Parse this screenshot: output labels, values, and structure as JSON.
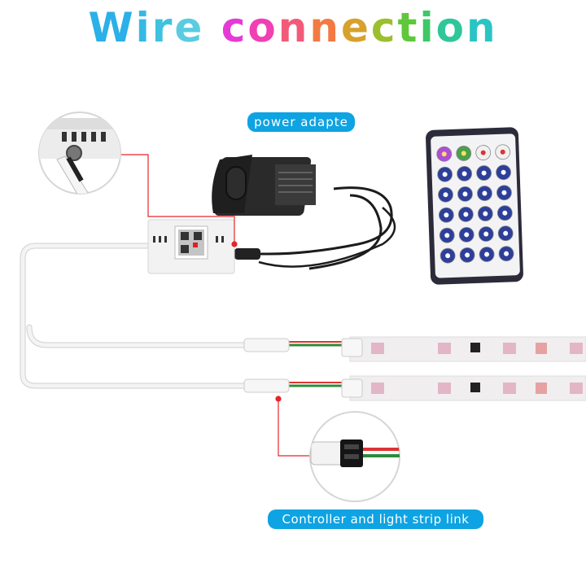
{
  "title": {
    "text": "Wire connection",
    "letter_colors": [
      "#2bb0e8",
      "#35b9e4",
      "#3fc2df",
      "#59cce0",
      "#ffffff",
      "#e63ad6",
      "#f040b4",
      "#f25a7a",
      "#f27a43",
      "#d7a12c",
      "#9cbf2d",
      "#5fc83a",
      "#3ec866",
      "#2fc79a",
      "#2bc4c4"
    ]
  },
  "labels": {
    "power_adapter": "power adapte",
    "strip_link": "Controller and light strip link"
  },
  "colors": {
    "label_background": "#0ea3e2",
    "callout_line": "#e8242a",
    "cable": "#e2e2e2",
    "adapter_body": "#2a2a2a",
    "remote_body": "#2b2b3a"
  },
  "icons": {
    "remote_buttons": [
      "rgb-circle-icon",
      "color-circle-icon",
      "power-on-icon",
      "power-off-icon",
      "arrow-left-icon",
      "speed-icon",
      "arrow-right-icon",
      "auto-icon",
      "pause-icon",
      "play-icon",
      "up-icon",
      "down-icon",
      "memory-plus-icon",
      "memory-minus-icon",
      "ring-icon",
      "ring-icon",
      "mode-icon",
      "mode-icon",
      "mode-icon",
      "mode-icon",
      "mode-icon",
      "mode-icon",
      "mode-icon",
      "mode-icon"
    ]
  }
}
